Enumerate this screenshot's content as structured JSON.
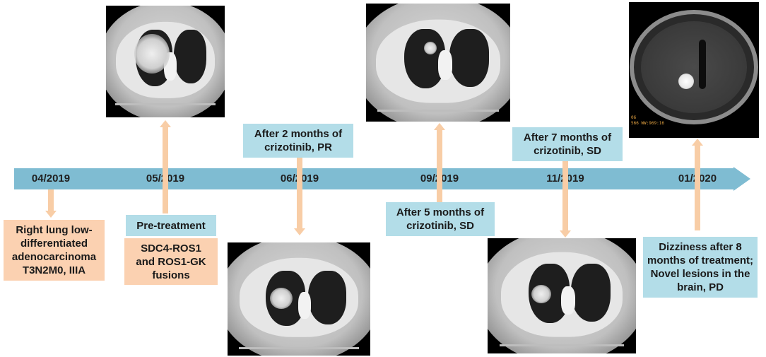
{
  "timeline": {
    "dates": [
      "04/2019",
      "05/2019",
      "06/2019",
      "09/2019",
      "11/2019",
      "01/2020"
    ]
  },
  "events": {
    "diagnosis": "Right lung low-\ndifferentiated\nadenocarcinoma\nT3N2M0, IIIA",
    "pretreatment": "Pre-treatment",
    "fusions": "SDC4-ROS1\nand ROS1-GK\nfusions",
    "month2": "After 2 months of\ncrizotinib, PR",
    "month5": "After 5 months of\ncrizotinib, SD",
    "month7": "After 7 months of\ncrizotinib, SD",
    "month8": "Dizziness after 8\nmonths of treatment;\nNovel lesions in the\nbrain, PD"
  },
  "mri_overlay": {
    "line1": "06",
    "line2": "566 WW:969:16"
  },
  "colors": {
    "axis": "#7fbcd2",
    "blue_box": "#b3dde8",
    "peach_box": "#fbd1b1",
    "connector": "#f8cda6"
  }
}
